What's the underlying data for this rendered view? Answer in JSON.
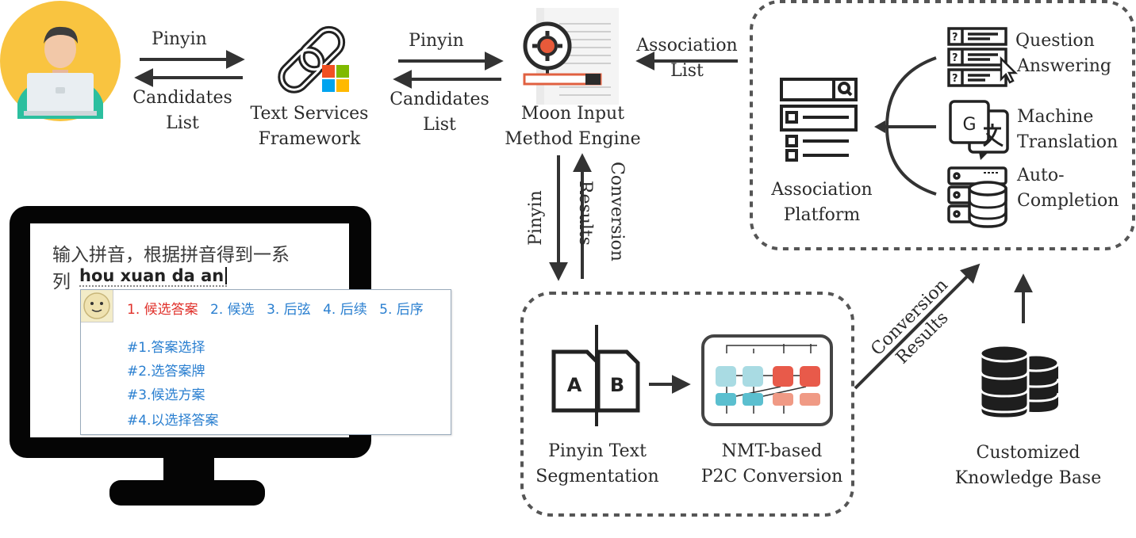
{
  "user_flow": {
    "pinyin_top": "Pinyin",
    "candidates_top": "Candidates",
    "list_top": "List"
  },
  "tsf": {
    "line1": "Text Services",
    "line2": "Framework"
  },
  "tsf_flow": {
    "pinyin": "Pinyin",
    "candidates": "Candidates",
    "list": "List"
  },
  "engine": {
    "line1": "Moon Input",
    "line2": "Method Engine"
  },
  "association_list": {
    "line1": "Association",
    "line2": "List"
  },
  "platform": {
    "line1": "Association",
    "line2": "Platform",
    "services": [
      {
        "line1": "Question",
        "line2": "Answering",
        "icon": "question-list-icon"
      },
      {
        "line1": "Machine",
        "line2": "Translation",
        "icon": "translate-icon"
      },
      {
        "line1": "Auto-",
        "line2": "Completion",
        "icon": "database-icon"
      }
    ]
  },
  "vertical_flow": {
    "down": "Pinyin",
    "up_line1": "Conversion",
    "up_line2": "Results"
  },
  "segmentation": {
    "line1": "Pinyin Text",
    "line2": "Segmentation",
    "letter_a": "A",
    "letter_b": "B"
  },
  "nmt": {
    "line1": "NMT-based",
    "line2": "P2C Conversion"
  },
  "conversion_results": {
    "line1": "Conversion",
    "line2": "Results"
  },
  "knowledge_base": {
    "line1": "Customized",
    "line2": "Knowledge Base"
  },
  "monitor": {
    "line1": "输入拼音，根据拼音得到一系",
    "line2_prefix": "列",
    "typed": "hou xuan da an",
    "candidates": [
      "1. 候选答案",
      "2. 候选",
      "3. 后弦",
      "4. 后续",
      "5. 后序"
    ],
    "associations": [
      "#1.答案选择",
      "#2.选答案牌",
      "#3.候选方案",
      "#4.以选择答案"
    ]
  },
  "colors": {
    "candidate_first": "#e0302a",
    "candidate_other": "#2a7fd0",
    "dashed_box": "#555555",
    "arrow": "#333333",
    "nmt_teal": "#5bbfcf",
    "nmt_light": "#a9dbe3",
    "nmt_red": "#e85a4a",
    "nmt_salmon": "#f09a85"
  }
}
